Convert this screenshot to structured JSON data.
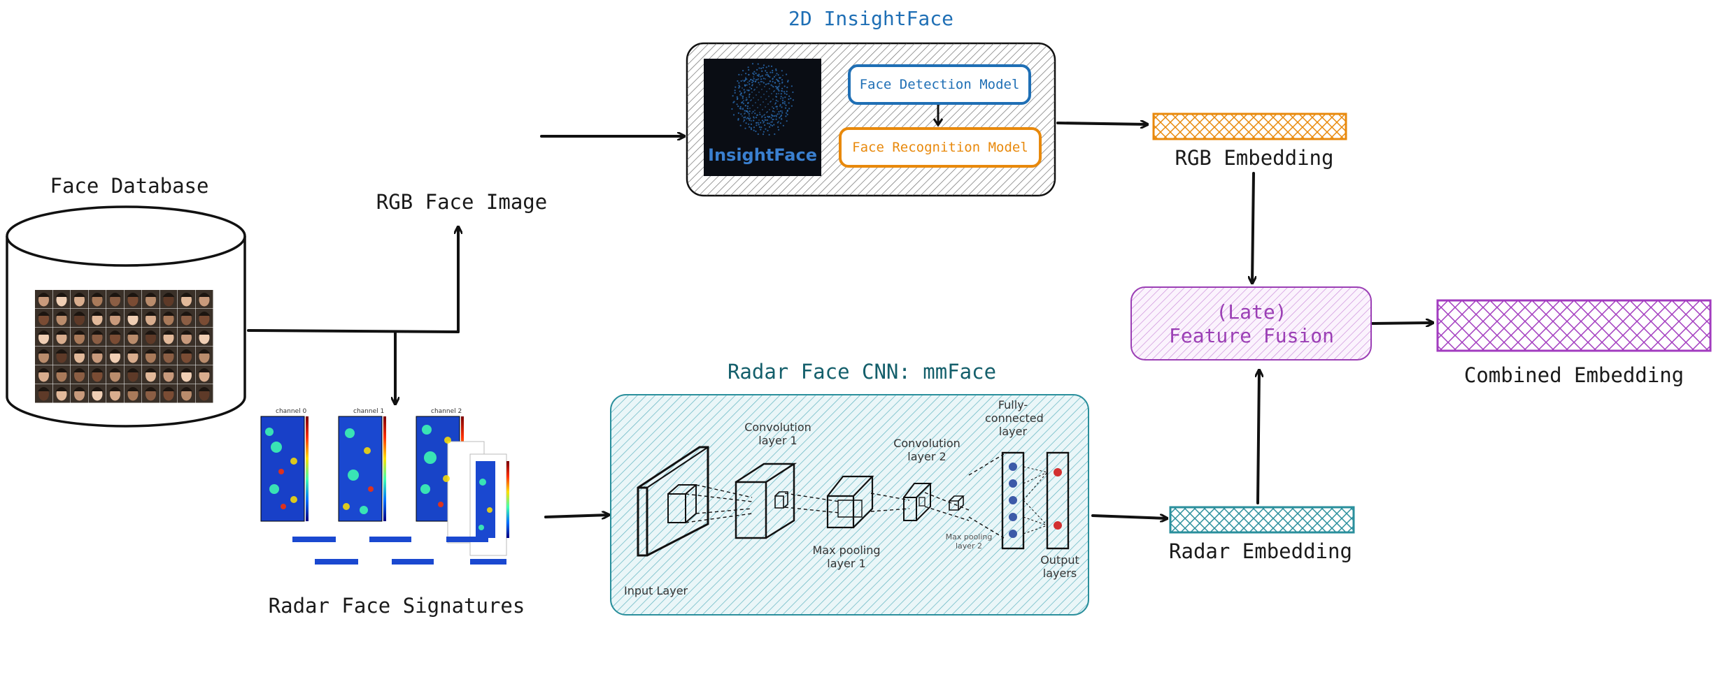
{
  "face_database": {
    "label": "Face Database"
  },
  "rgb_image": {
    "label": "RGB Face Image"
  },
  "radar_signatures": {
    "label": "Radar Face Signatures",
    "channels": [
      "channel 0",
      "channel 1",
      "channel 2"
    ]
  },
  "insightface": {
    "title": "2D InsightFace",
    "logo_text": "InsightFace",
    "detection_label": "Face Detection Model",
    "recognition_label": "Face Recognition Model"
  },
  "radar_cnn": {
    "title": "Radar Face CNN: mmFace",
    "input_layer": "Input Layer",
    "conv1": "Convolution layer 1",
    "maxpool1": "Max pooling layer 1",
    "conv2": "Convolution layer 2",
    "maxpool2": "Max pooling layer 2",
    "fc": "Fully-connected layer",
    "output": "Output layers"
  },
  "rgb_embedding": {
    "label": "RGB Embedding"
  },
  "radar_embedding": {
    "label": "Radar Embedding"
  },
  "fusion": {
    "line1": "(Late)",
    "line2": "Feature Fusion"
  },
  "combined": {
    "label": "Combined Embedding"
  },
  "colors": {
    "insightface_blue": "#1f6fb5",
    "recognition_orange": "#e8890c",
    "radar_teal": "#2a8f9c",
    "cnn_title_teal": "#145f6b",
    "fusion_purple": "#9b3fb5",
    "combined_purple": "#a23bbf"
  }
}
